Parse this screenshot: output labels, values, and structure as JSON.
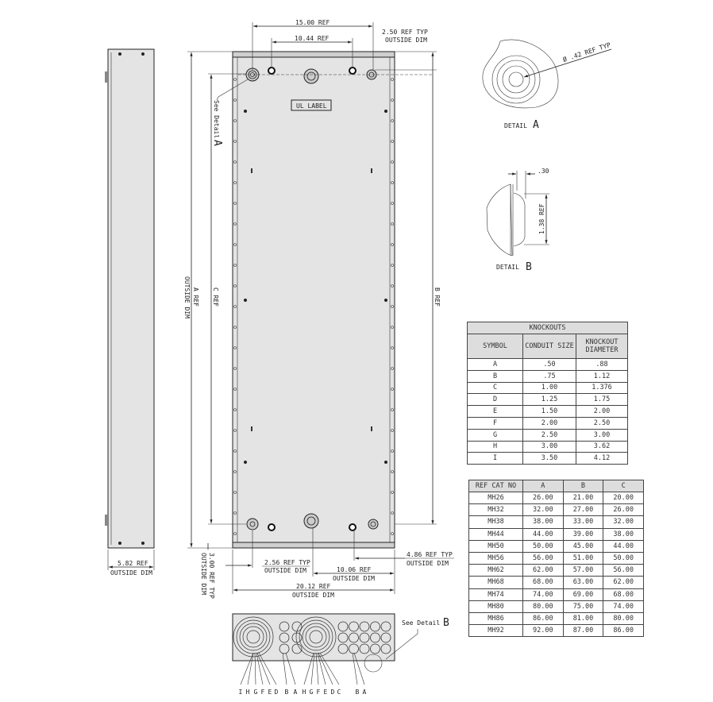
{
  "front_view": {
    "ul_label": "UL LABEL",
    "see_detail_a": "See Detail",
    "see_detail_a_letter": "A",
    "dims": {
      "top_outer": "15.00 REF",
      "top_inner": "10.44 REF",
      "top_right": "2.50 REF TYP",
      "top_right_sub": "OUTSIDE DIM",
      "a_ref": "A REF",
      "a_ref_sub": "OUTSIDE DIM",
      "c_ref": "C REF",
      "b_ref": "B REF",
      "left_bottom": "2.56 REF TYP",
      "left_bottom_sub": "OUTSIDE DIM",
      "half_width": "10.06 REF",
      "half_width_sub": "OUTSIDE DIM",
      "width": "20.12 REF",
      "width_sub": "OUTSIDE DIM",
      "right_bottom": "4.86 REF TYP",
      "right_bottom_sub": "OUTSIDE DIM",
      "flange": "3.00 REF TYP",
      "flange_sub": "OUTSIDE DIM"
    }
  },
  "side_view": {
    "depth": "5.82 REF",
    "depth_sub": "OUTSIDE DIM"
  },
  "bottom_view": {
    "see_detail_b": "See Detail",
    "see_detail_b_letter": "B",
    "callouts": [
      "I",
      "H",
      "G",
      "F",
      "E",
      "D",
      "B",
      "A",
      "H",
      "G",
      "F",
      "E",
      "D",
      "C",
      "B",
      "A"
    ]
  },
  "detail_a": {
    "title": "DETAIL",
    "letter": "A",
    "dim": "Ø .42 REF TYP"
  },
  "detail_b": {
    "title": "DETAIL",
    "letter": "B",
    "dim_depth": ".30",
    "dim_height": "1.38 REF"
  },
  "knockouts_table": {
    "title": "KNOCKOUTS",
    "headers": [
      "SYMBOL",
      "CONDUIT SIZE",
      "KNOCKOUT DIAMETER"
    ],
    "rows": [
      [
        "A",
        ".50",
        ".88"
      ],
      [
        "B",
        ".75",
        "1.12"
      ],
      [
        "C",
        "1.00",
        "1.376"
      ],
      [
        "D",
        "1.25",
        "1.75"
      ],
      [
        "E",
        "1.50",
        "2.00"
      ],
      [
        "F",
        "2.00",
        "2.50"
      ],
      [
        "G",
        "2.50",
        "3.00"
      ],
      [
        "H",
        "3.00",
        "3.62"
      ],
      [
        "I",
        "3.50",
        "4.12"
      ]
    ]
  },
  "catalog_table": {
    "headers": [
      "REF CAT NO",
      "A",
      "B",
      "C"
    ],
    "rows": [
      [
        "MH26",
        "26.00",
        "21.00",
        "20.00"
      ],
      [
        "MH32",
        "32.00",
        "27.00",
        "26.00"
      ],
      [
        "MH38",
        "38.00",
        "33.00",
        "32.00"
      ],
      [
        "MH44",
        "44.00",
        "39.00",
        "38.00"
      ],
      [
        "MH50",
        "50.00",
        "45.00",
        "44.00"
      ],
      [
        "MH56",
        "56.00",
        "51.00",
        "50.00"
      ],
      [
        "MH62",
        "62.00",
        "57.00",
        "56.00"
      ],
      [
        "MH68",
        "68.00",
        "63.00",
        "62.00"
      ],
      [
        "MH74",
        "74.00",
        "69.00",
        "68.00"
      ],
      [
        "MH80",
        "80.00",
        "75.00",
        "74.00"
      ],
      [
        "MH86",
        "86.00",
        "81.00",
        "80.00"
      ],
      [
        "MH92",
        "92.00",
        "87.00",
        "86.00"
      ]
    ]
  }
}
